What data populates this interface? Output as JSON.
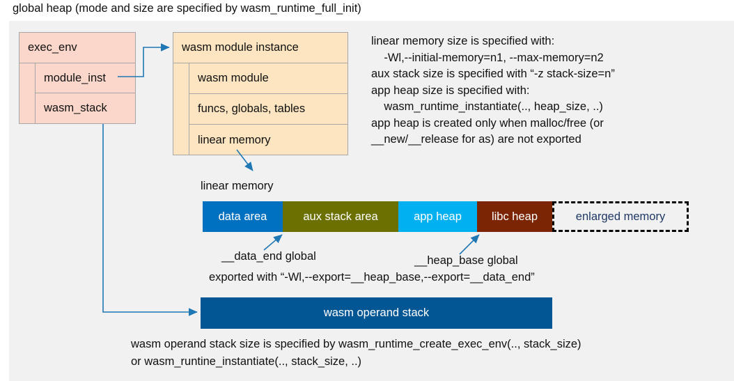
{
  "title": "global heap (mode and size are specified by wasm_runtime_full_init)",
  "exec_env": {
    "header": "exec_env",
    "rows": [
      {
        "label": "module_inst"
      },
      {
        "label": "wasm_stack"
      }
    ]
  },
  "wasm_module_instance": {
    "header": "wasm module instance",
    "rows": [
      {
        "label": "wasm module"
      },
      {
        "label": "funcs, globals, tables"
      },
      {
        "label": "linear memory"
      }
    ]
  },
  "notes": "linear memory size is specified with:\n    -Wl,--initial-memory=n1, --max-memory=n2\naux stack size is specified with “-z stack-size=n”\napp heap size is specified with:\n    wasm_runtime_instantiate(.., heap_size, ..)\napp heap is created only when malloc/free (or\n__new/__release for as) are not exported",
  "linear_memory": {
    "label": "linear memory",
    "segments": [
      {
        "label": "data area",
        "color": "#0070c0",
        "width": 115,
        "text_color": "#ffffff",
        "dashed": false
      },
      {
        "label": "aux stack area",
        "color": "#6b7000",
        "width": 166,
        "text_color": "#ffffff",
        "dashed": false
      },
      {
        "label": "app heap",
        "color": "#00b0f0",
        "width": 113,
        "text_color": "#ffffff",
        "dashed": false
      },
      {
        "label": "libc heap",
        "color": "#7b2504",
        "width": 108,
        "text_color": "#ffffff",
        "dashed": false
      },
      {
        "label": "enlarged memory",
        "color": "#f1f1f1",
        "width": 196,
        "text_color": "#1f3864",
        "dashed": true
      }
    ]
  },
  "annotations": {
    "data_end": "__data_end global",
    "heap_base": "__heap_base global",
    "exported": "exported with “-Wl,--export=__heap_base,--export=__data_end”"
  },
  "operand_stack": {
    "label": "wasm operand stack",
    "color": "#035694",
    "note": "wasm operand stack size is specified by wasm_runtime_create_exec_env(.., stack_size)\nor wasm_runtine_instantiate(.., stack_size, ..)"
  },
  "colors": {
    "panel_bg": "#f1f1f1",
    "exec_env_fill": "#fad7ca",
    "module_fill": "#fce5c0",
    "box_border": "#a6a6a6",
    "arrow": "#1f77b4"
  }
}
